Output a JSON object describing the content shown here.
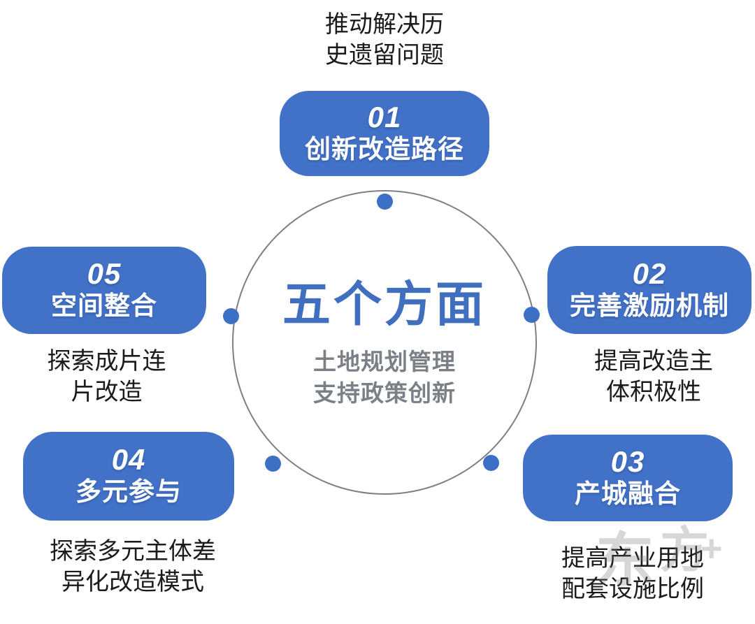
{
  "center": {
    "title": "五个方面",
    "subtitle_lines": [
      "土地规划管理",
      "支持政策创新"
    ],
    "title_color": "#3f6fbe",
    "subtitle_color": "#7b7f86",
    "ring_color": "#7c7f86",
    "dot_color": "#3d6fc4"
  },
  "theme": {
    "pill_color": "#4272c8",
    "pill_text_color": "#ffffff",
    "caption_color": "#1b1b1b",
    "background": "#ffffff"
  },
  "items": [
    {
      "number": "01",
      "label": "创新改造路径",
      "caption_lines": [
        "推动解决历",
        "史遗留问题"
      ]
    },
    {
      "number": "02",
      "label": "完善激励机制",
      "caption_lines": [
        "提高改造主",
        "体积极性"
      ]
    },
    {
      "number": "03",
      "label": "产城融合",
      "caption_lines": [
        "提高产业用地",
        "配套设施比例"
      ]
    },
    {
      "number": "04",
      "label": "多元参与",
      "caption_lines": [
        "探索多元主体差",
        "异化改造模式"
      ]
    },
    {
      "number": "05",
      "label": "空间整合",
      "caption_lines": [
        "探索成片连",
        "片改造"
      ]
    }
  ],
  "watermark": {
    "char_1": "东",
    "char_2": "方",
    "char_3": "+"
  }
}
